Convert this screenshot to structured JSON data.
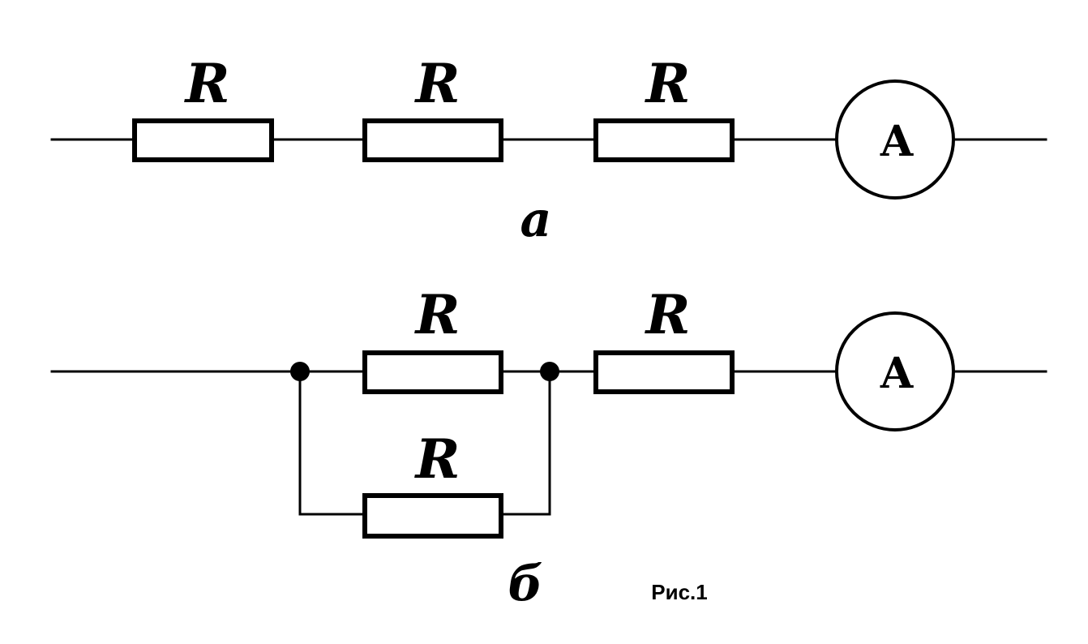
{
  "circuit_a": {
    "resistor_labels": [
      "R",
      "R",
      "R"
    ],
    "ammeter_label": "A",
    "caption": "а"
  },
  "circuit_b": {
    "parallel_top_label": "R",
    "parallel_bottom_label": "R",
    "series_label": "R",
    "ammeter_label": "A",
    "caption": "б"
  },
  "figure_label": "Рис.1"
}
